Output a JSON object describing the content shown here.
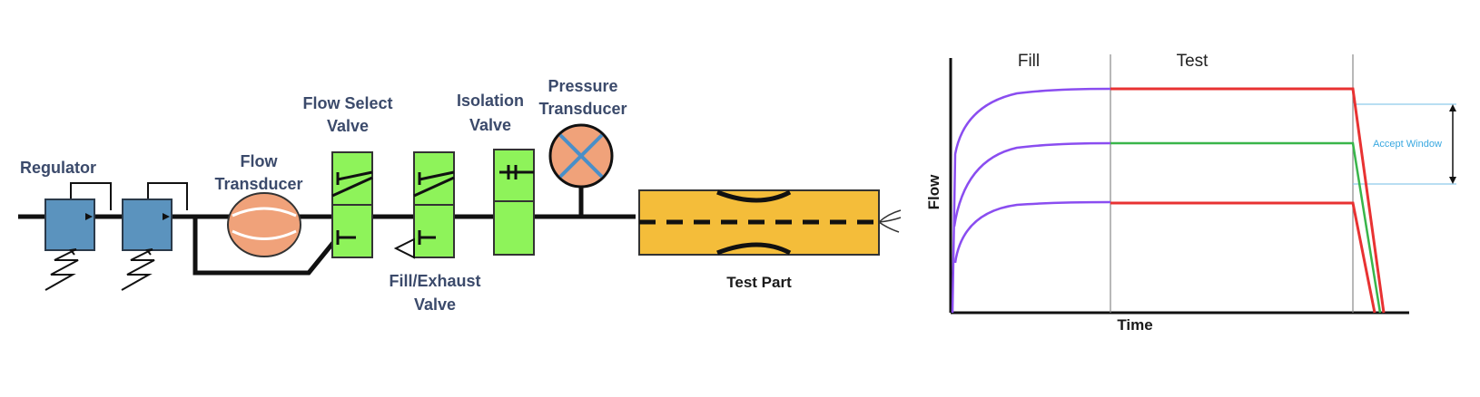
{
  "schematic": {
    "regulator_label": "Regulator",
    "flow_transducer_label": [
      "Flow",
      "Transducer"
    ],
    "flow_select_label": [
      "Flow Select",
      "Valve"
    ],
    "isolation_label": [
      "Isolation",
      "Valve"
    ],
    "pressure_label": [
      "Pressure",
      "Transducer"
    ],
    "fill_exhaust_label": [
      "Fill/Exhaust",
      "Valve"
    ],
    "test_part_label": "Test Part"
  },
  "graph": {
    "phase_fill": "Fill",
    "phase_test": "Test",
    "ylabel": "Flow",
    "xlabel": "Time",
    "accept_window": "Accept Window"
  },
  "colors": {
    "pipe": "#111111",
    "regulator": "#5b93be",
    "flow_transducer": "#f0a27a",
    "valve": "#8ef35a",
    "pressure_transducer": "#f0a27a",
    "pressure_cross": "#4a8fc8",
    "test_part": "#f4bd3a",
    "fill_curve": "#8a4df0",
    "reject_line": "#e83232",
    "accept_line": "#39b54a",
    "window_line": "#8ec9ea"
  }
}
